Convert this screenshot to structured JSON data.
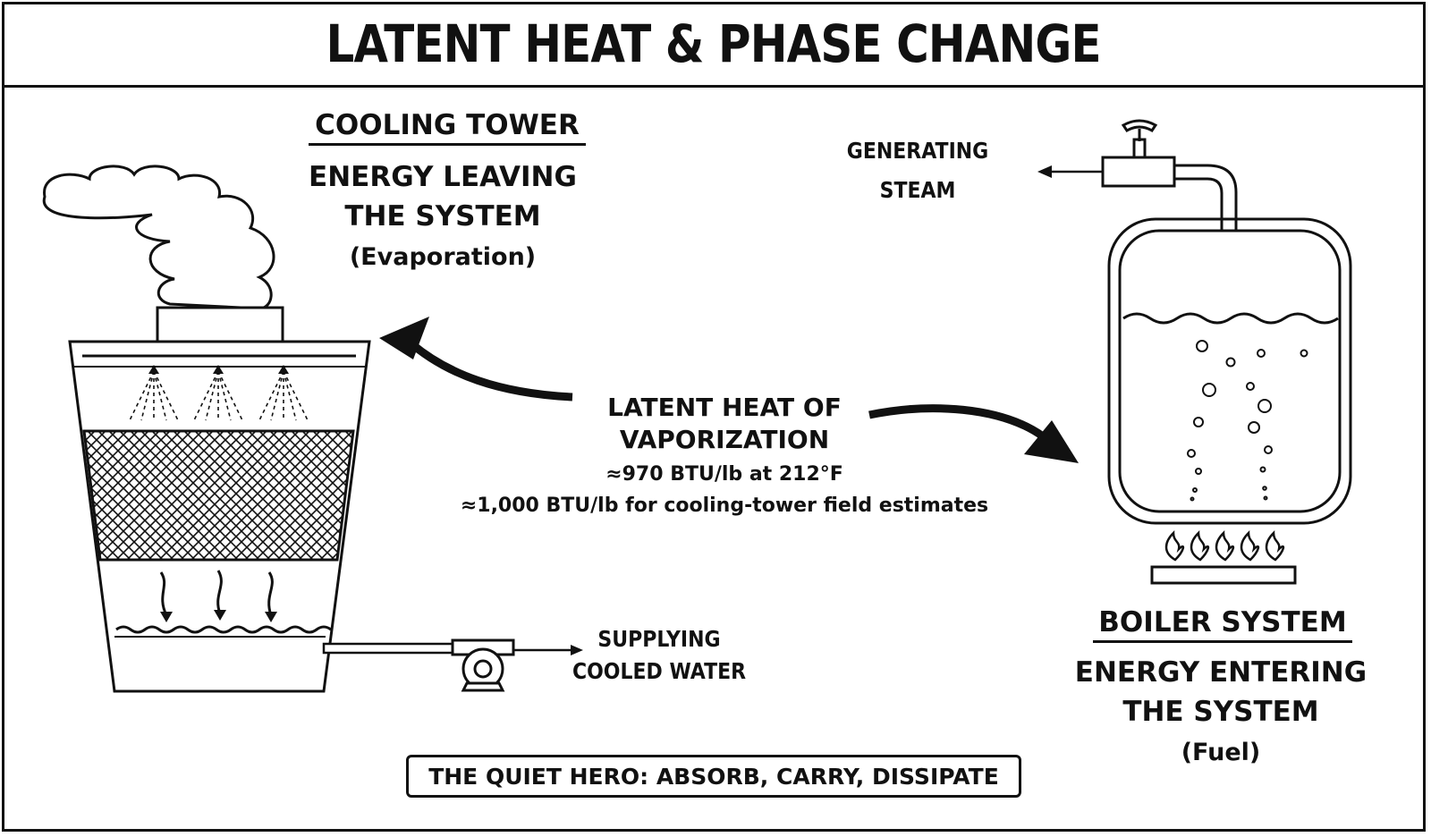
{
  "title": "LATENT HEAT & PHASE CHANGE",
  "cooling_tower": {
    "heading": "COOLING TOWER",
    "line1": "ENERGY LEAVING",
    "line2": "THE SYSTEM",
    "note": "(Evaporation)",
    "supply_line1": "SUPPLYING",
    "supply_line2": "COOLED WATER"
  },
  "center": {
    "line1": "LATENT HEAT OF",
    "line2": "VAPORIZATION",
    "line3": "≈970 BTU/lb at 212°F",
    "line4": "≈1,000 BTU/lb for cooling-tower field estimates"
  },
  "boiler": {
    "steam_line1": "GENERATING",
    "steam_line2": "STEAM",
    "heading": "BOILER SYSTEM",
    "line1": "ENERGY ENTERING",
    "line2": "THE SYSTEM",
    "note": "(Fuel)"
  },
  "footer": "THE QUIET HERO: ABSORB, CARRY, DISSIPATE"
}
